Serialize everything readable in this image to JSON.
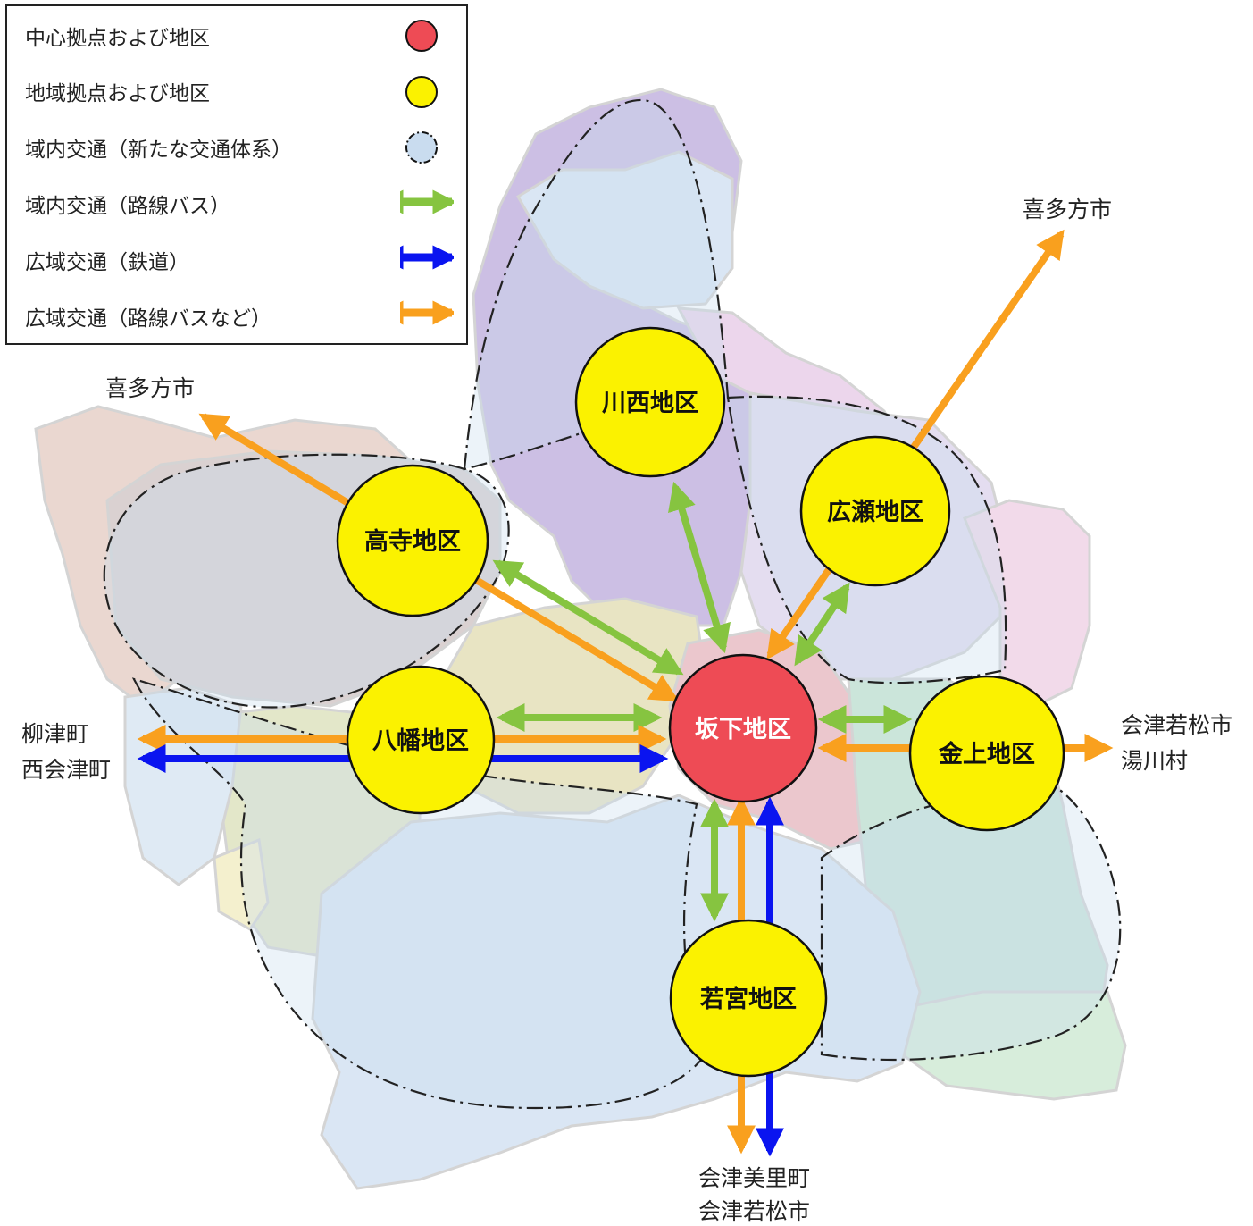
{
  "legend": {
    "items": [
      {
        "label": "中心拠点および地区",
        "symbol": "center-node",
        "color": "#ee4b55"
      },
      {
        "label": "地域拠点および地区",
        "symbol": "regional-node",
        "color": "#fbf200"
      },
      {
        "label": "域内交通（新たな交通体系）",
        "symbol": "new-transport-zone",
        "color": "#c9dcef"
      },
      {
        "label": "域内交通（路線バス）",
        "symbol": "double-arrow",
        "color": "#86c440"
      },
      {
        "label": "広域交通（鉄道）",
        "symbol": "double-arrow",
        "color": "#0a14f0"
      },
      {
        "label": "広域交通（路線バスなど）",
        "symbol": "double-arrow",
        "color": "#f9a01e"
      }
    ]
  },
  "nodes": {
    "center": {
      "label": "坂下地区",
      "color": "#ee4b55"
    },
    "kawanishi": {
      "label": "川西地区",
      "color": "#fbf200"
    },
    "hirose": {
      "label": "広瀬地区",
      "color": "#fbf200"
    },
    "takadera": {
      "label": "高寺地区",
      "color": "#fbf200"
    },
    "yawata": {
      "label": "八幡地区",
      "color": "#fbf200"
    },
    "kanegami": {
      "label": "金上地区",
      "color": "#fbf200"
    },
    "wakamiya": {
      "label": "若宮地区",
      "color": "#fbf200"
    }
  },
  "destinations": {
    "kitakata_ne": "喜多方市",
    "kitakata_nw": "喜多方市",
    "west_1": "柳津町",
    "west_2": "西会津町",
    "east_1": "会津若松市",
    "east_2": "湯川村",
    "south_1": "会津美里町",
    "south_2": "会津若松市"
  },
  "colors": {
    "local_bus": "#86c440",
    "rail": "#0a14f0",
    "regional_bus": "#f9a01e",
    "zone_fill": "#c9dcef"
  }
}
